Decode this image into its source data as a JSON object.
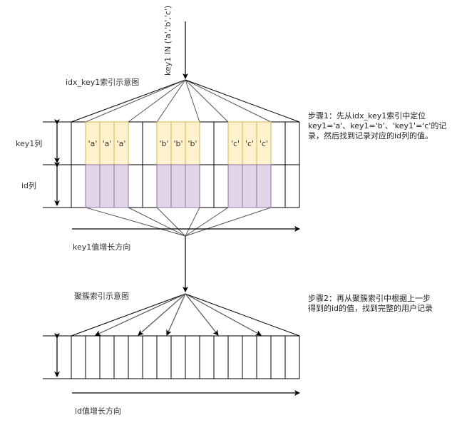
{
  "query_label": "key1 IN ('a','b','c')",
  "secondary_index": {
    "title": "idx_key1索引示意图",
    "row_labels": {
      "key1": "key1列",
      "id": "id列"
    },
    "columns": [
      {
        "key": "",
        "hl": false
      },
      {
        "key": "'a'",
        "hl": true
      },
      {
        "key": "'a'",
        "hl": true
      },
      {
        "key": "'a'",
        "hl": true
      },
      {
        "key": "",
        "hl": false
      },
      {
        "key": "",
        "hl": false
      },
      {
        "key": "'b'",
        "hl": true
      },
      {
        "key": "'b'",
        "hl": true
      },
      {
        "key": "'b'",
        "hl": true
      },
      {
        "key": "",
        "hl": false
      },
      {
        "key": "",
        "hl": false
      },
      {
        "key": "'c'",
        "hl": true
      },
      {
        "key": "'c'",
        "hl": true
      },
      {
        "key": "'c'",
        "hl": true
      },
      {
        "key": "",
        "hl": false
      },
      {
        "key": "",
        "hl": false
      }
    ],
    "direction_label": "key1值增长方向",
    "step_note": "步骤1：先从idx_key1索引中定位\nkey1='a'、key1='b'、'key1'='c'的记\n录，然后找到记录对应的id列的值。"
  },
  "clustered_index": {
    "title": "聚簇索引示意图",
    "column_count": 16,
    "lookup_columns": [
      2,
      5,
      7,
      10,
      13
    ],
    "direction_label": "id值增长方向",
    "step_note": "步骤2：再从聚簇索引中根据上一步\n得到的id的值，找到完整的用户记录"
  },
  "colors": {
    "key_fill": "#fff2cc",
    "key_stroke": "#d6b656",
    "id_fill": "#e1d5e7",
    "id_stroke": "#9673a6",
    "line": "#000000",
    "fan_line": "#555555"
  }
}
